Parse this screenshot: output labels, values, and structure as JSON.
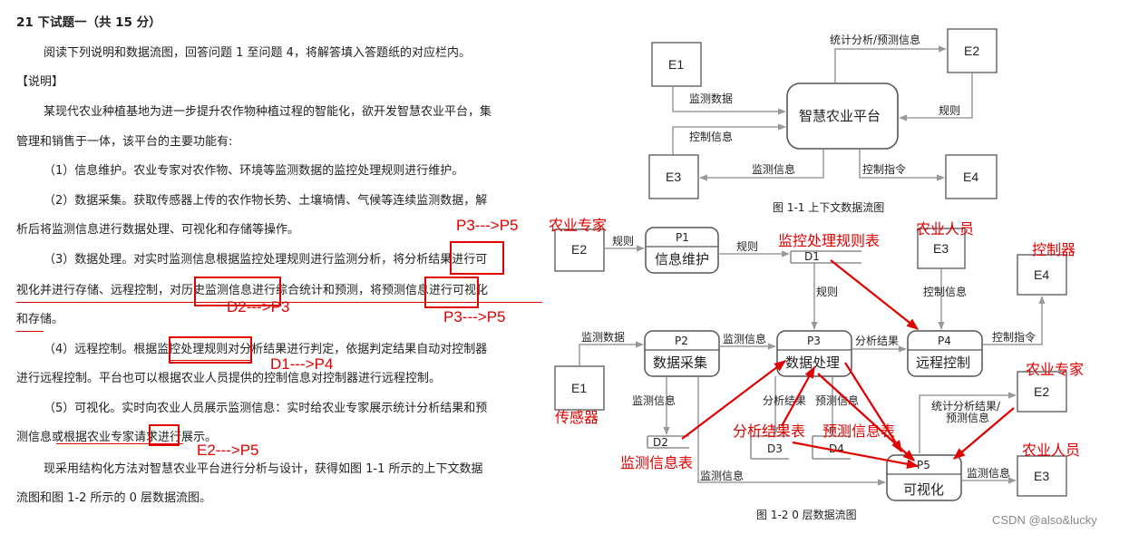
{
  "question": {
    "title": "21 下试题一（共 15 分）",
    "intro": "阅读下列说明和数据流图，回答问题 1 至问题 4，将解答填入答题纸的对应栏内。",
    "section": "【说明】",
    "p0a": "某现代农业种植基地为进一步提升农作物种植过程的智能化，欲开发智慧农业平台，集",
    "p0b": "管理和销售于一体，该平台的主要功能有:",
    "f1": "（1）信息维护。农业专家对农作物、环境等监测数据的监控处理规则进行维护。",
    "f2a": "（2）数据采集。获取传感器上传的农作物长势、土壤墒情、气候等连续监测数据，解",
    "f2b": "析后将监测信息进行数据处理、可视化和存储等操作。",
    "f3a": "（3）数据处理。对实时监测信息根据监控处理规则进行监测分析，将分析结果进行可",
    "f3b": "视化并进行存储、远程控制，对历史监测信息进行综合统计和预测，将预测信息进行可视化",
    "f3c": "和存储。",
    "f4a": "（4）远程控制。根据监控处理规则对分析结果进行判定，依据判定结果自动对控制器",
    "f4b": "进行远程控制。平台也可以根据农业人员提供的控制信息对控制器进行远程控制。",
    "f5a": "（5）可视化。实时向农业人员展示监测信息：实时给农业专家展示统计分析结果和预",
    "f5b": "测信息或根据农业专家请求进行展示。",
    "outro1": "现采用结构化方法对智慧农业平台进行分析与设计，获得如图 1-1 所示的上下文数据",
    "outro2": "流图和图 1-2 所示的 0 层数据流图。"
  },
  "annotations_left": {
    "a1": "P3--->P5",
    "a2": "D2--->P3",
    "a3": "P3--->P5",
    "a4": "D1--->P4",
    "a5": "E2--->P5"
  },
  "context_dfd": {
    "caption": "图 1-1  上下文数据流图",
    "center": "智慧农业平台",
    "e1": "E1",
    "e2": "E2",
    "e3": "E3",
    "e4": "E4",
    "f_stats": "统计分析/预测信息",
    "f_monitor_data": "监测数据",
    "f_rules": "规则",
    "f_control_info": "控制信息",
    "f_monitor_info": "监测信息",
    "f_control_cmd": "控制指令"
  },
  "level0_dfd": {
    "caption": "图 1-2   0 层数据流图",
    "e1": "E1",
    "e2a": "E2",
    "e2b": "E2",
    "e3a": "E3",
    "e3b": "E3",
    "e4": "E4",
    "p1_id": "P1",
    "p1_name": "信息维护",
    "p2_id": "P2",
    "p2_name": "数据采集",
    "p3_id": "P3",
    "p3_name": "数据处理",
    "p4_id": "P4",
    "p4_name": "远程控制",
    "p5_id": "P5",
    "p5_name": "可视化",
    "d1": "D1",
    "d2": "D2",
    "d3": "D3",
    "d4": "D4",
    "f_rules_e2": "规则",
    "f_rules_p1": "规则",
    "f_rules_d1": "规则",
    "f_monitor_data": "监测数据",
    "f_monitor_info_p2p3": "监测信息",
    "f_monitor_info_p2d2": "监测信息",
    "f_monitor_info_d2p5": "监测信息",
    "f_monitor_info_p5e3": "监测信息",
    "f_analysis": "分析结果",
    "f_analysis_d3": "分析结果",
    "f_predict_d4": "预测信息",
    "f_control_info": "控制信息",
    "f_control_cmd": "控制指令",
    "f_stats_a": "统计分析结果/",
    "f_stats_b": "预测信息"
  },
  "annotations_right": {
    "expert1": "农业专家",
    "rules_table": "监控处理规则表",
    "farmer1": "农业人员",
    "controller": "控制器",
    "expert2": "农业专家",
    "sensor": "传感器",
    "analysis_table": "分析结果表",
    "predict_table": "预测信息表",
    "monitor_table": "监测信息表",
    "farmer2": "农业人员"
  },
  "watermark": "CSDN @also&lucky"
}
